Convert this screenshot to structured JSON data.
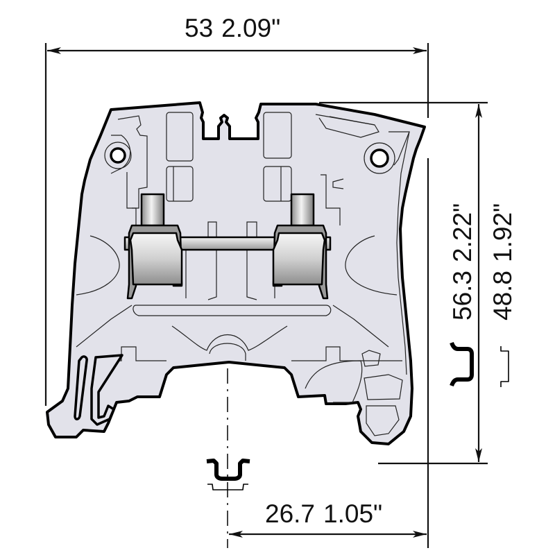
{
  "drawing": {
    "title": "Terminal block dimension drawing",
    "colors": {
      "body_fill": "#e2e2ea",
      "outline": "#000000",
      "metal_light": "#f2f2f2",
      "metal_dark": "#8a8a8a",
      "dimension_line": "#111111"
    }
  },
  "dimensions": {
    "width": {
      "mm": "53",
      "inch": "2.09\""
    },
    "height_total": {
      "mm": "56.3",
      "inch": "2.22\""
    },
    "height_alt": {
      "mm": "48.8",
      "inch": "1.92\""
    },
    "half_width": {
      "mm": "26.7",
      "inch": "1.05\""
    }
  },
  "symbols": [
    {
      "name": "din-rail-35-bold",
      "location": "bottom-center"
    },
    {
      "name": "din-rail-15-thin",
      "location": "bottom-center"
    },
    {
      "name": "din-rail-35-bold-rotated",
      "location": "right"
    },
    {
      "name": "din-rail-15-thin-rotated",
      "location": "right"
    }
  ]
}
